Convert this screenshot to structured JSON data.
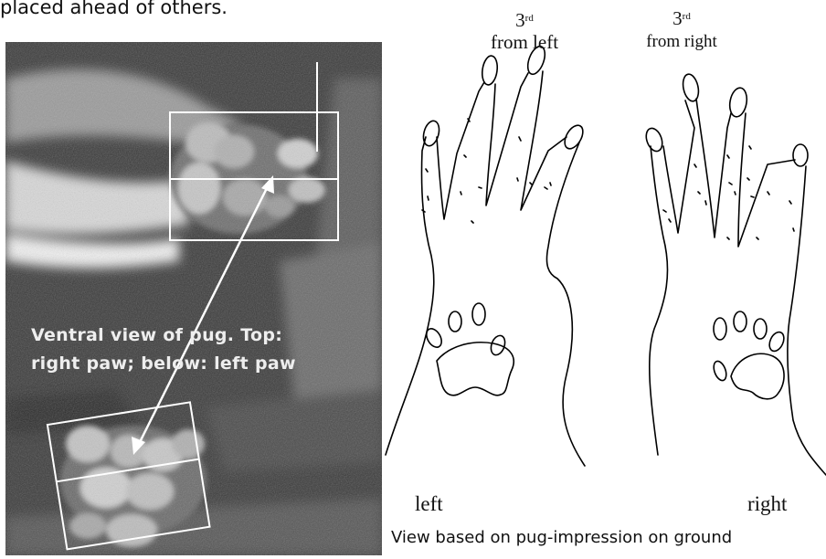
{
  "intro_text": "placed ahead of others.",
  "photo": {
    "caption_line1": "Ventral view of pug. Top:",
    "caption_line2": "right paw; below: left paw"
  },
  "drawing": {
    "left_digit_num": "3",
    "left_digit_sup": "rd",
    "left_digit_text": "from left",
    "right_digit_num": "3",
    "right_digit_sup": "rd",
    "right_digit_text": "from right",
    "left_label": "left",
    "right_label": "right",
    "caption": "View based on pug-impression on ground"
  }
}
